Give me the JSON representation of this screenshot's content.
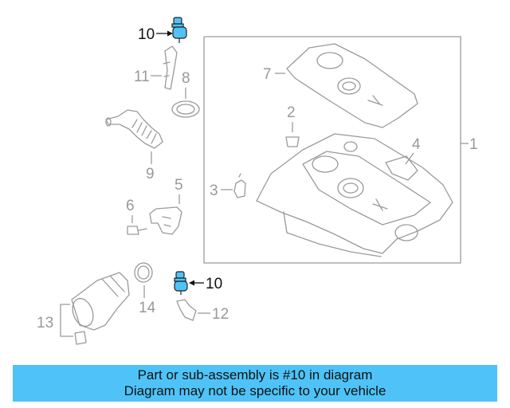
{
  "diagram": {
    "callouts": {
      "c1": "1",
      "c2": "2",
      "c3": "3",
      "c4": "4",
      "c5": "5",
      "c6": "6",
      "c7": "7",
      "c8": "8",
      "c9": "9",
      "c10a": "10",
      "c10b": "10",
      "c11": "11",
      "c12": "12",
      "c13": "13",
      "c14": "14"
    },
    "highlight_color": "#4fc3f7",
    "line_color": "#9a9a9a"
  },
  "banner": {
    "line1": "Part or sub-assembly is #10 in diagram",
    "line2": "Diagram may not be specific to your vehicle",
    "background": "#4fc3f7"
  }
}
